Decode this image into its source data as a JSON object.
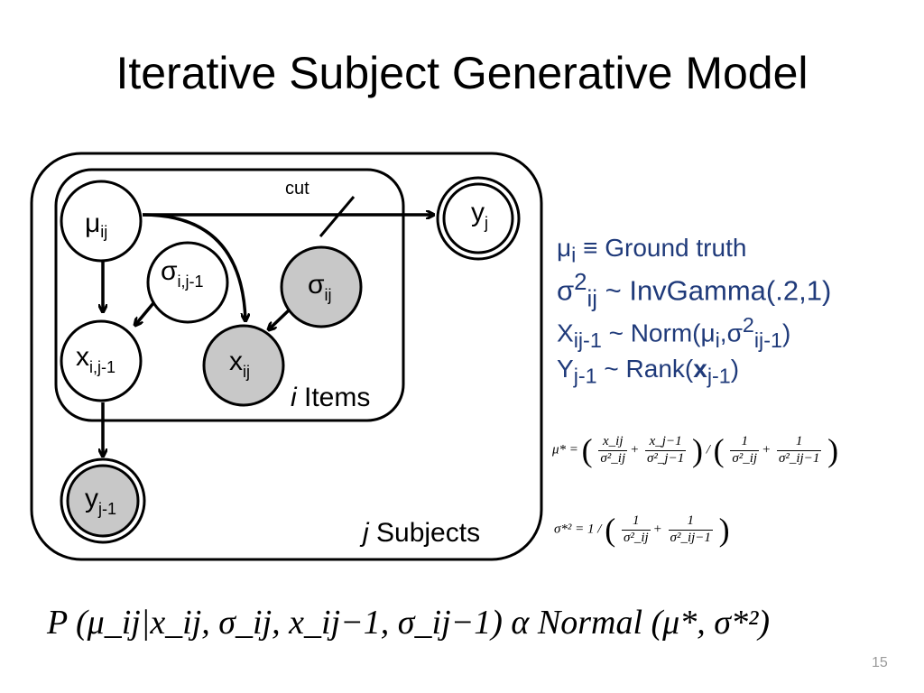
{
  "title": "Iterative Subject Generative Model",
  "diagram": {
    "nodes": {
      "mu": {
        "base": "μ",
        "sub": "ij"
      },
      "sigma_prev": {
        "base": "σ",
        "sub": "i,j-1"
      },
      "sigma": {
        "base": "σ",
        "sub": "ij"
      },
      "x_prev": {
        "base": "x",
        "sub": "i,j-1"
      },
      "x": {
        "base": "x",
        "sub": "ij"
      },
      "y": {
        "base": "y",
        "sub": "j"
      },
      "y_prev": {
        "base": "y",
        "sub": "j-1"
      }
    },
    "cut_label": "cut",
    "items_plate": {
      "var": "i",
      "label": " Items"
    },
    "subjects_plate": {
      "var": "j",
      "label": " Subjects"
    },
    "colors": {
      "observed_fill": "#c8c8c8",
      "latent_fill": "#ffffff",
      "stroke": "#000000"
    }
  },
  "legend": {
    "line1": {
      "mu": "μ",
      "mu_sub": "i",
      "rest": " ≡  Ground truth"
    },
    "line2": {
      "sig": "σ",
      "sup": "2",
      "sub": "ij",
      "rest": " ~ InvGamma(.2,1)"
    },
    "line3": {
      "x": "X",
      "x_sub": "ij-1",
      "mid": " ~ Norm(μ",
      "mu_sub": "i",
      "comma": ",σ",
      "sup": "2",
      "sig_sub": "ij-1",
      "close": ")"
    },
    "line4": {
      "y": "Y",
      "y_sub": "j-1",
      "mid": " ~ Rank(",
      "bold_x": "x",
      "x_sub": "j-1",
      "close": ")"
    },
    "color": "#1f3a7a"
  },
  "formulas": {
    "mu_star_lhs": "μ* =",
    "mu_star_t1_num": "x_ij",
    "mu_star_t1_den": "σ²_ij",
    "mu_star_t2_num": "x_j−1",
    "mu_star_t2_den": "σ²_j−1",
    "mu_star_t3_num": "1",
    "mu_star_t3_den": "σ²_ij",
    "mu_star_t4_num": "1",
    "mu_star_t4_den": "σ²_ij−1",
    "sigma_star_lhs": "σ*² = 1 /",
    "sigma_star_t1_num": "1",
    "sigma_star_t1_den": "σ²_ij",
    "sigma_star_t2_num": "1",
    "sigma_star_t2_den": "σ²_ij−1",
    "posterior": "P (μ_ij|x_ij, σ_ij, x_ij−1, σ_ij−1) α Normal (μ*, σ*²)"
  },
  "page_number": "15"
}
